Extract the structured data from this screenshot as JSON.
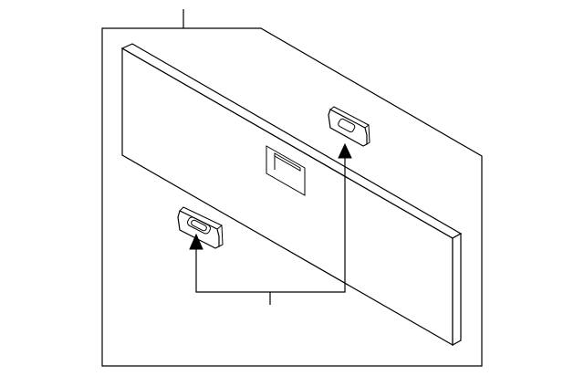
{
  "diagram": {
    "background_color": "#ffffff",
    "line_color": "#000000",
    "parts": [
      {
        "name": "trim-panel"
      },
      {
        "name": "panel-recess"
      },
      {
        "name": "clip-upper-right"
      },
      {
        "name": "clip-lower-left"
      }
    ]
  }
}
